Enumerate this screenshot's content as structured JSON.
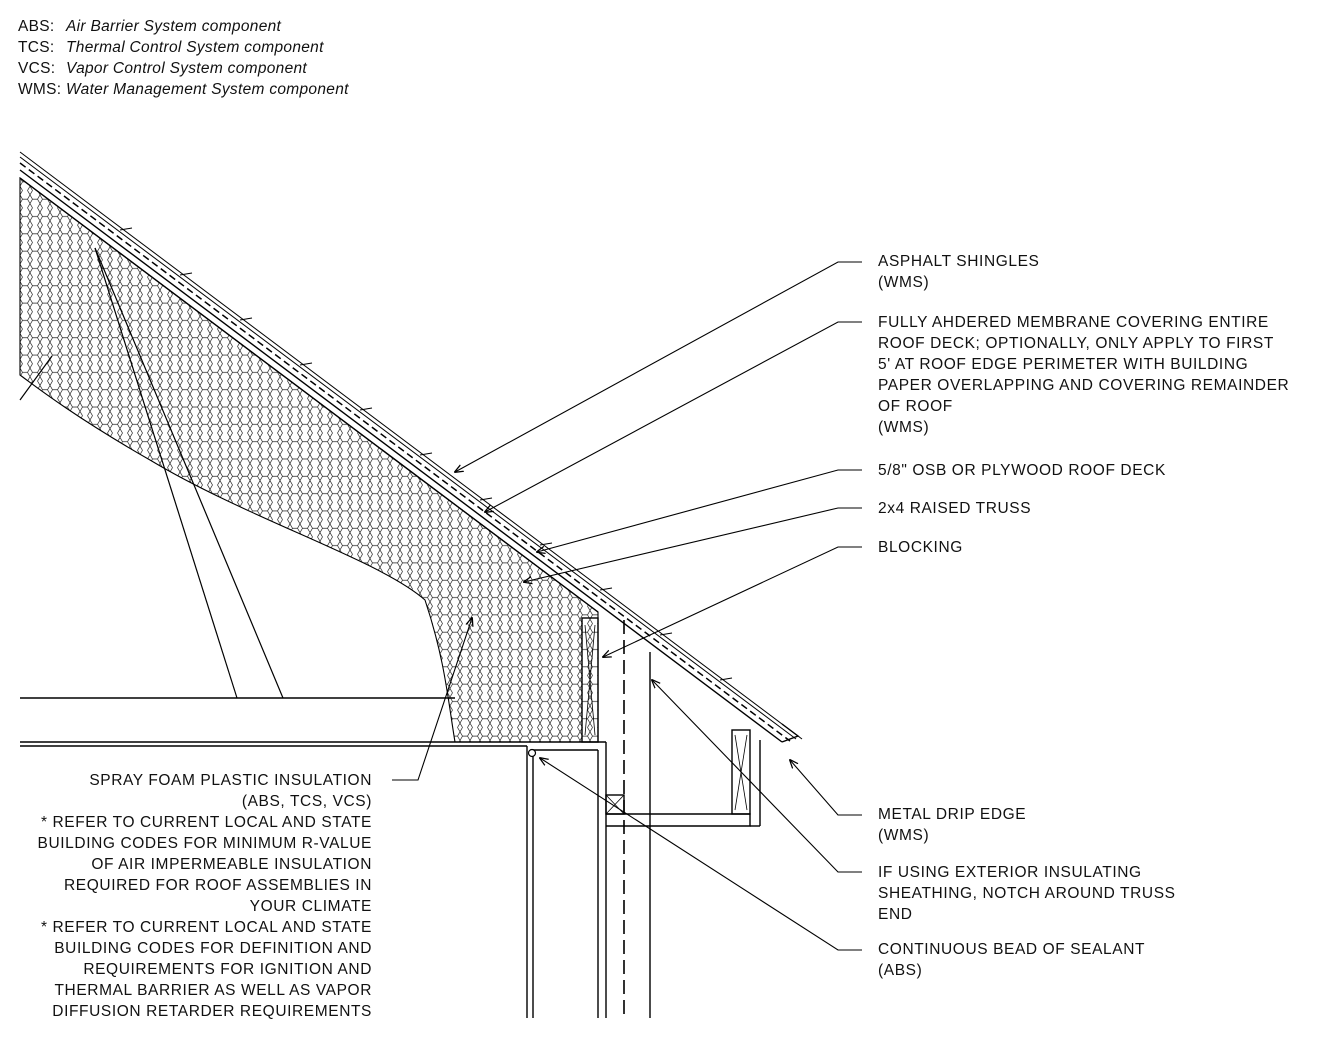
{
  "legend": [
    {
      "abbr": "ABS:",
      "desc": "Air Barrier System component"
    },
    {
      "abbr": "TCS:",
      "desc": "Thermal Control System component"
    },
    {
      "abbr": "VCS:",
      "desc": "Vapor Control System component"
    },
    {
      "abbr": "WMS:",
      "desc": "Water Management System component"
    }
  ],
  "callouts": {
    "shingles": [
      "ASPHALT SHINGLES",
      "(WMS)"
    ],
    "membrane": [
      "FULLY AHDERED MEMBRANE COVERING  ENTIRE",
      "ROOF DECK; OPTIONALLY, ONLY APPLY TO FIRST",
      "5' AT ROOF EDGE PERIMETER WITH BUILDING",
      "PAPER OVERLAPPING AND COVERING REMAINDER",
      "OF ROOF",
      "(WMS)"
    ],
    "deck": [
      "5/8\" OSB OR PLYWOOD ROOF DECK"
    ],
    "truss": [
      "2x4 RAISED TRUSS"
    ],
    "blocking": [
      "BLOCKING"
    ],
    "drip_edge": [
      "METAL DRIP EDGE",
      "(WMS)"
    ],
    "notch": [
      "IF USING EXTERIOR INSULATING",
      "SHEATHING, NOTCH AROUND TRUSS",
      "END"
    ],
    "sealant": [
      "CONTINUOUS BEAD OF SEALANT",
      "(ABS)"
    ],
    "spray_foam": [
      "SPRAY FOAM PLASTIC INSULATION",
      "(ABS, TCS, VCS)",
      "* REFER TO CURRENT LOCAL AND STATE",
      "BUILDING CODES FOR MINIMUM R-VALUE",
      "OF AIR IMPERMEABLE INSULATION",
      "REQUIRED FOR ROOF ASSEMBLIES IN",
      "YOUR CLIMATE",
      "* REFER TO CURRENT LOCAL AND STATE",
      "BUILDING CODES FOR DEFINITION AND",
      "REQUIREMENTS FOR IGNITION AND",
      "THERMAL BARRIER AS WELL AS VAPOR",
      "DIFFUSION RETARDER REQUIREMENTS"
    ]
  }
}
